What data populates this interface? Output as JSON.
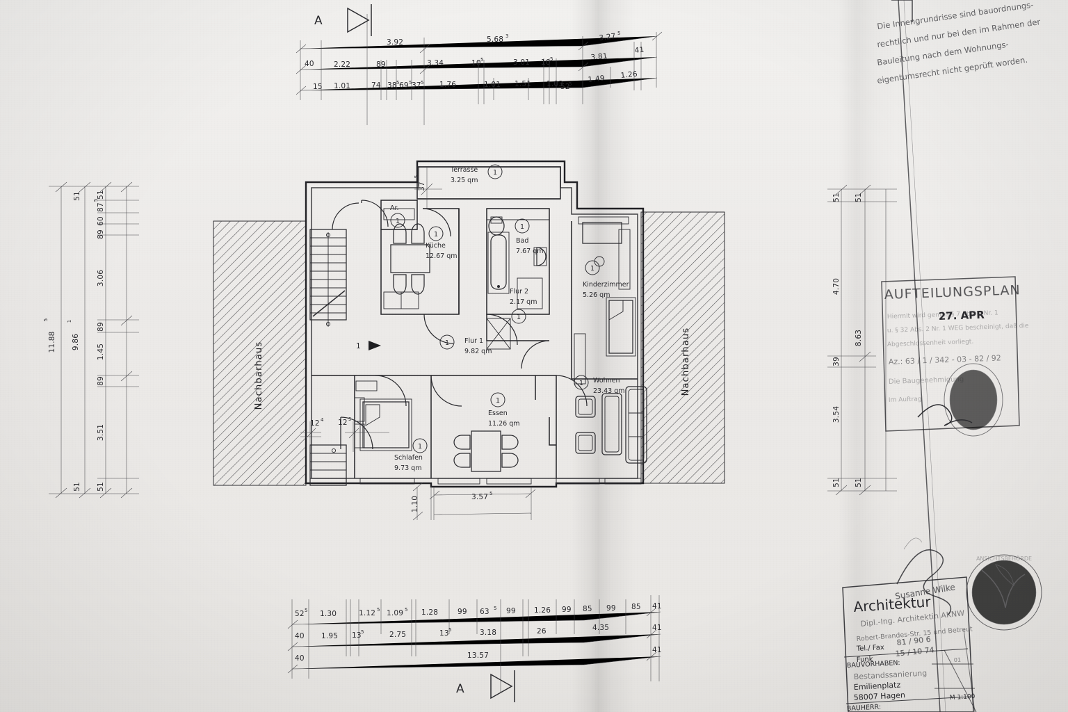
{
  "document": {
    "type": "Aufteilungsplan (German condominium partition floor plan)",
    "section_marker_top": "A",
    "section_marker_bottom": "A",
    "neighbor_label_left": "Nachbarhaus",
    "neighbor_label_right": "Nachbarhaus",
    "entry_marker": "1"
  },
  "rooms": [
    {
      "id": "terrasse",
      "name": "Terrasse",
      "area": "3.25 qm",
      "unit_circle": "1"
    },
    {
      "id": "abstell",
      "name": "Ar.",
      "area": "",
      "unit_circle": "1"
    },
    {
      "id": "kueche",
      "name": "Küche",
      "area": "12.67 qm",
      "unit_circle": "1"
    },
    {
      "id": "bad",
      "name": "Bad",
      "area": "7.67 qm",
      "unit_circle": "1"
    },
    {
      "id": "flur2",
      "name": "Flur 2",
      "area": "2.17 qm",
      "unit_circle": "1"
    },
    {
      "id": "kinder",
      "name": "Kinderzimmer",
      "area": "5.26 qm",
      "unit_circle": "1"
    },
    {
      "id": "flur1",
      "name": "Flur 1",
      "area": "9.82 qm",
      "unit_circle": "1"
    },
    {
      "id": "schlafen",
      "name": "Schlafen",
      "area": "9.73 qm",
      "unit_circle": "1"
    },
    {
      "id": "essen",
      "name": "Essen",
      "area": "11.26 qm",
      "unit_circle": "1"
    },
    {
      "id": "wohnen",
      "name": "Wohnen",
      "area": "23.43 qm",
      "unit_circle": "1"
    }
  ],
  "dimensions": {
    "top_row1": [
      "3.92",
      "5.68",
      "3.27"
    ],
    "top_row1_sup": [
      "",
      "3",
      "5"
    ],
    "top_row2": [
      "40",
      "2.22",
      "89",
      "3.34",
      "10",
      "3.01",
      "10",
      "3.81",
      "41"
    ],
    "top_row2_sup": [
      "",
      "",
      "",
      "",
      "5",
      "",
      "5",
      "",
      ""
    ],
    "top_row3": [
      "15",
      "1.01",
      "74",
      "38",
      "69",
      "37",
      "1.76",
      "1.01",
      "1.51",
      "1.03",
      "52",
      "1.49",
      "1.26"
    ],
    "top_row3_sup": [
      "",
      "",
      "",
      "5",
      "5",
      "5",
      "",
      "",
      "",
      "",
      "5",
      "",
      ""
    ],
    "bottom_row1": [
      "52",
      "1.30",
      "1.12",
      "1.09",
      "1.28",
      "99",
      "63",
      "99",
      "1.26",
      "99",
      "85",
      "99",
      "85",
      "41"
    ],
    "bottom_row1_sup": [
      "5",
      "",
      "5",
      "5",
      "",
      "",
      "5",
      "",
      "",
      "",
      "",
      "",
      "",
      ""
    ],
    "bottom_row2": [
      "40",
      "1.95",
      "13",
      "2.75",
      "13",
      "3.18",
      "26",
      "4.35",
      "41"
    ],
    "bottom_row2_sup": [
      "",
      "",
      "5",
      "",
      "5",
      "",
      "",
      "",
      ""
    ],
    "bottom_row3": [
      "40",
      "13.57",
      "41"
    ],
    "left_outer": "11.88",
    "left_outer_sup": "5",
    "left_inner": "9.86",
    "left_inner_sup": "1",
    "left_chain": [
      "51",
      "89",
      "60",
      "87",
      "51",
      "3.06",
      "89",
      "1.45",
      "89",
      "3.51",
      "51",
      "51"
    ],
    "left_chain_sup": [
      "",
      "",
      "",
      "5",
      "",
      "",
      "",
      "",
      "",
      "",
      "",
      ""
    ],
    "right_outer": "8.63",
    "right_chain": [
      "51",
      "51",
      "4.70",
      "39",
      "3.54",
      "51",
      "51"
    ],
    "near_plan_bottom": [
      "1.10",
      "3.57"
    ],
    "near_plan_bottom_sup": [
      "",
      "5"
    ],
    "door_left": [
      "12",
      "12"
    ],
    "door_left_sup": [
      "4",
      "5"
    ],
    "terrace_edge": "37",
    "terrace_edge_sup": "5"
  },
  "notes": {
    "top_right_paragraph": [
      "Die Innengrundrisse sind bauordnungs-",
      "rechtlich und nur bei den im Rahmen der",
      "Bauleitung nach dem Wohnungs-",
      "eigentumsrecht nicht geprüft worden."
    ]
  },
  "stamps": {
    "approval_title": "AUFTEILUNGSPLAN",
    "approval_date": "27. APR",
    "approval_lines": [
      "Hiermit wird gemäß § 7 Abs. 4 Nr. 1",
      "u. § 32 Abs. 2 Nr. 1 WEG bescheinigt, daß die",
      "Abgeschlossenheit vorliegt.",
      "Az.: 63 / 1 / 342 - 03 - 82 / 92",
      "Die Baugenehmigung",
      "Im Auftrag"
    ],
    "seal_text": "ANSICHTSBEHÖRDE",
    "signature": "i. A. Unterschrift"
  },
  "title_block": {
    "architect_line1": "Architektur",
    "architect_name": "Susanne Wilke",
    "architect_line2": "Dipl.-Ing. Architektin AKNW",
    "architect_line3": "Robert-Brandes-Str. 15 und Betreut",
    "contact_tel": "Tel./ Fax",
    "contact_tel_value": "81 / 90 6",
    "contact_funk": "Funk",
    "contact_funk_value": "15 / 10 74",
    "project_label": "BAUVORHABEN:",
    "project_lines": [
      "Bestandssanierung",
      "Emilienplatz",
      "58007 Hagen"
    ],
    "client_label": "BAUHERR:",
    "sheet_scale": "M 1:100",
    "sheet_no": "01"
  }
}
